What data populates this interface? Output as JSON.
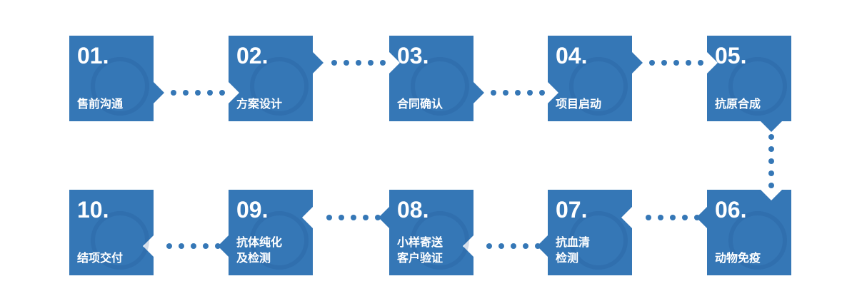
{
  "colors": {
    "box": "#3577b6",
    "dot": "#3577b6",
    "text": "#ffffff"
  },
  "steps": [
    {
      "number": "01.",
      "label": [
        "售前沟通"
      ],
      "icon": "chat-people-icon"
    },
    {
      "number": "02.",
      "label": [
        "方案设计"
      ],
      "icon": "pencil-document-icon"
    },
    {
      "number": "03.",
      "label": [
        "合同确认"
      ],
      "icon": "contract-star-icon"
    },
    {
      "number": "04.",
      "label": [
        "项目启动"
      ],
      "icon": "rocket-icon"
    },
    {
      "number": "05.",
      "label": [
        "抗原合成"
      ],
      "icon": "gear-flask-icon"
    },
    {
      "number": "06.",
      "label": [
        "动物免疫"
      ],
      "icon": "rabbit-syringe-icon"
    },
    {
      "number": "07.",
      "label": [
        "抗血清",
        "检测"
      ],
      "icon": "test-tube-icon"
    },
    {
      "number": "08.",
      "label": [
        "小样寄送",
        "客户验证"
      ],
      "icon": "package-icon"
    },
    {
      "number": "09.",
      "label": [
        "抗体纯化",
        "及检测"
      ],
      "icon": "bottle-icon"
    },
    {
      "number": "10.",
      "label": [
        "结项交付"
      ],
      "icon": "delivery-check-icon"
    }
  ]
}
